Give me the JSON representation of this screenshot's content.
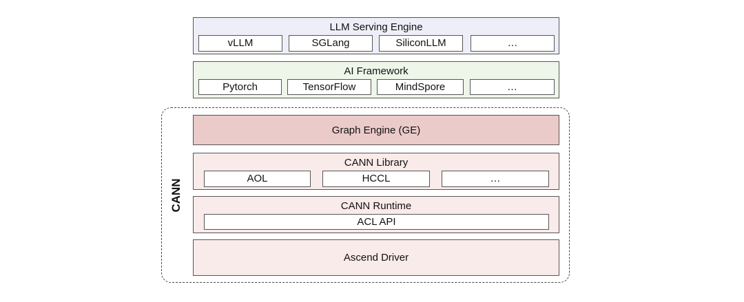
{
  "llm_serving_engine": {
    "title": "LLM Serving Engine",
    "items": [
      "vLLM",
      "SGLang",
      "SiliconLLM",
      "…"
    ]
  },
  "ai_framework": {
    "title": "AI Framework",
    "items": [
      "Pytorch",
      "TensorFlow",
      "MindSpore",
      "…"
    ]
  },
  "cann": {
    "label": "CANN",
    "graph_engine": {
      "title": "Graph Engine (GE)"
    },
    "library": {
      "title": "CANN Library",
      "items": [
        "AOL",
        "HCCL",
        "…"
      ]
    },
    "runtime": {
      "title": "CANN Runtime",
      "items": [
        "ACL API"
      ]
    },
    "driver": {
      "title": "Ascend Driver"
    }
  },
  "colors": {
    "llm_layer": "#eeeef8",
    "ai_layer": "#eef6ea",
    "graph_engine": "#ebcaca",
    "cann_layers": "#f9ebea",
    "border": "#555555"
  }
}
